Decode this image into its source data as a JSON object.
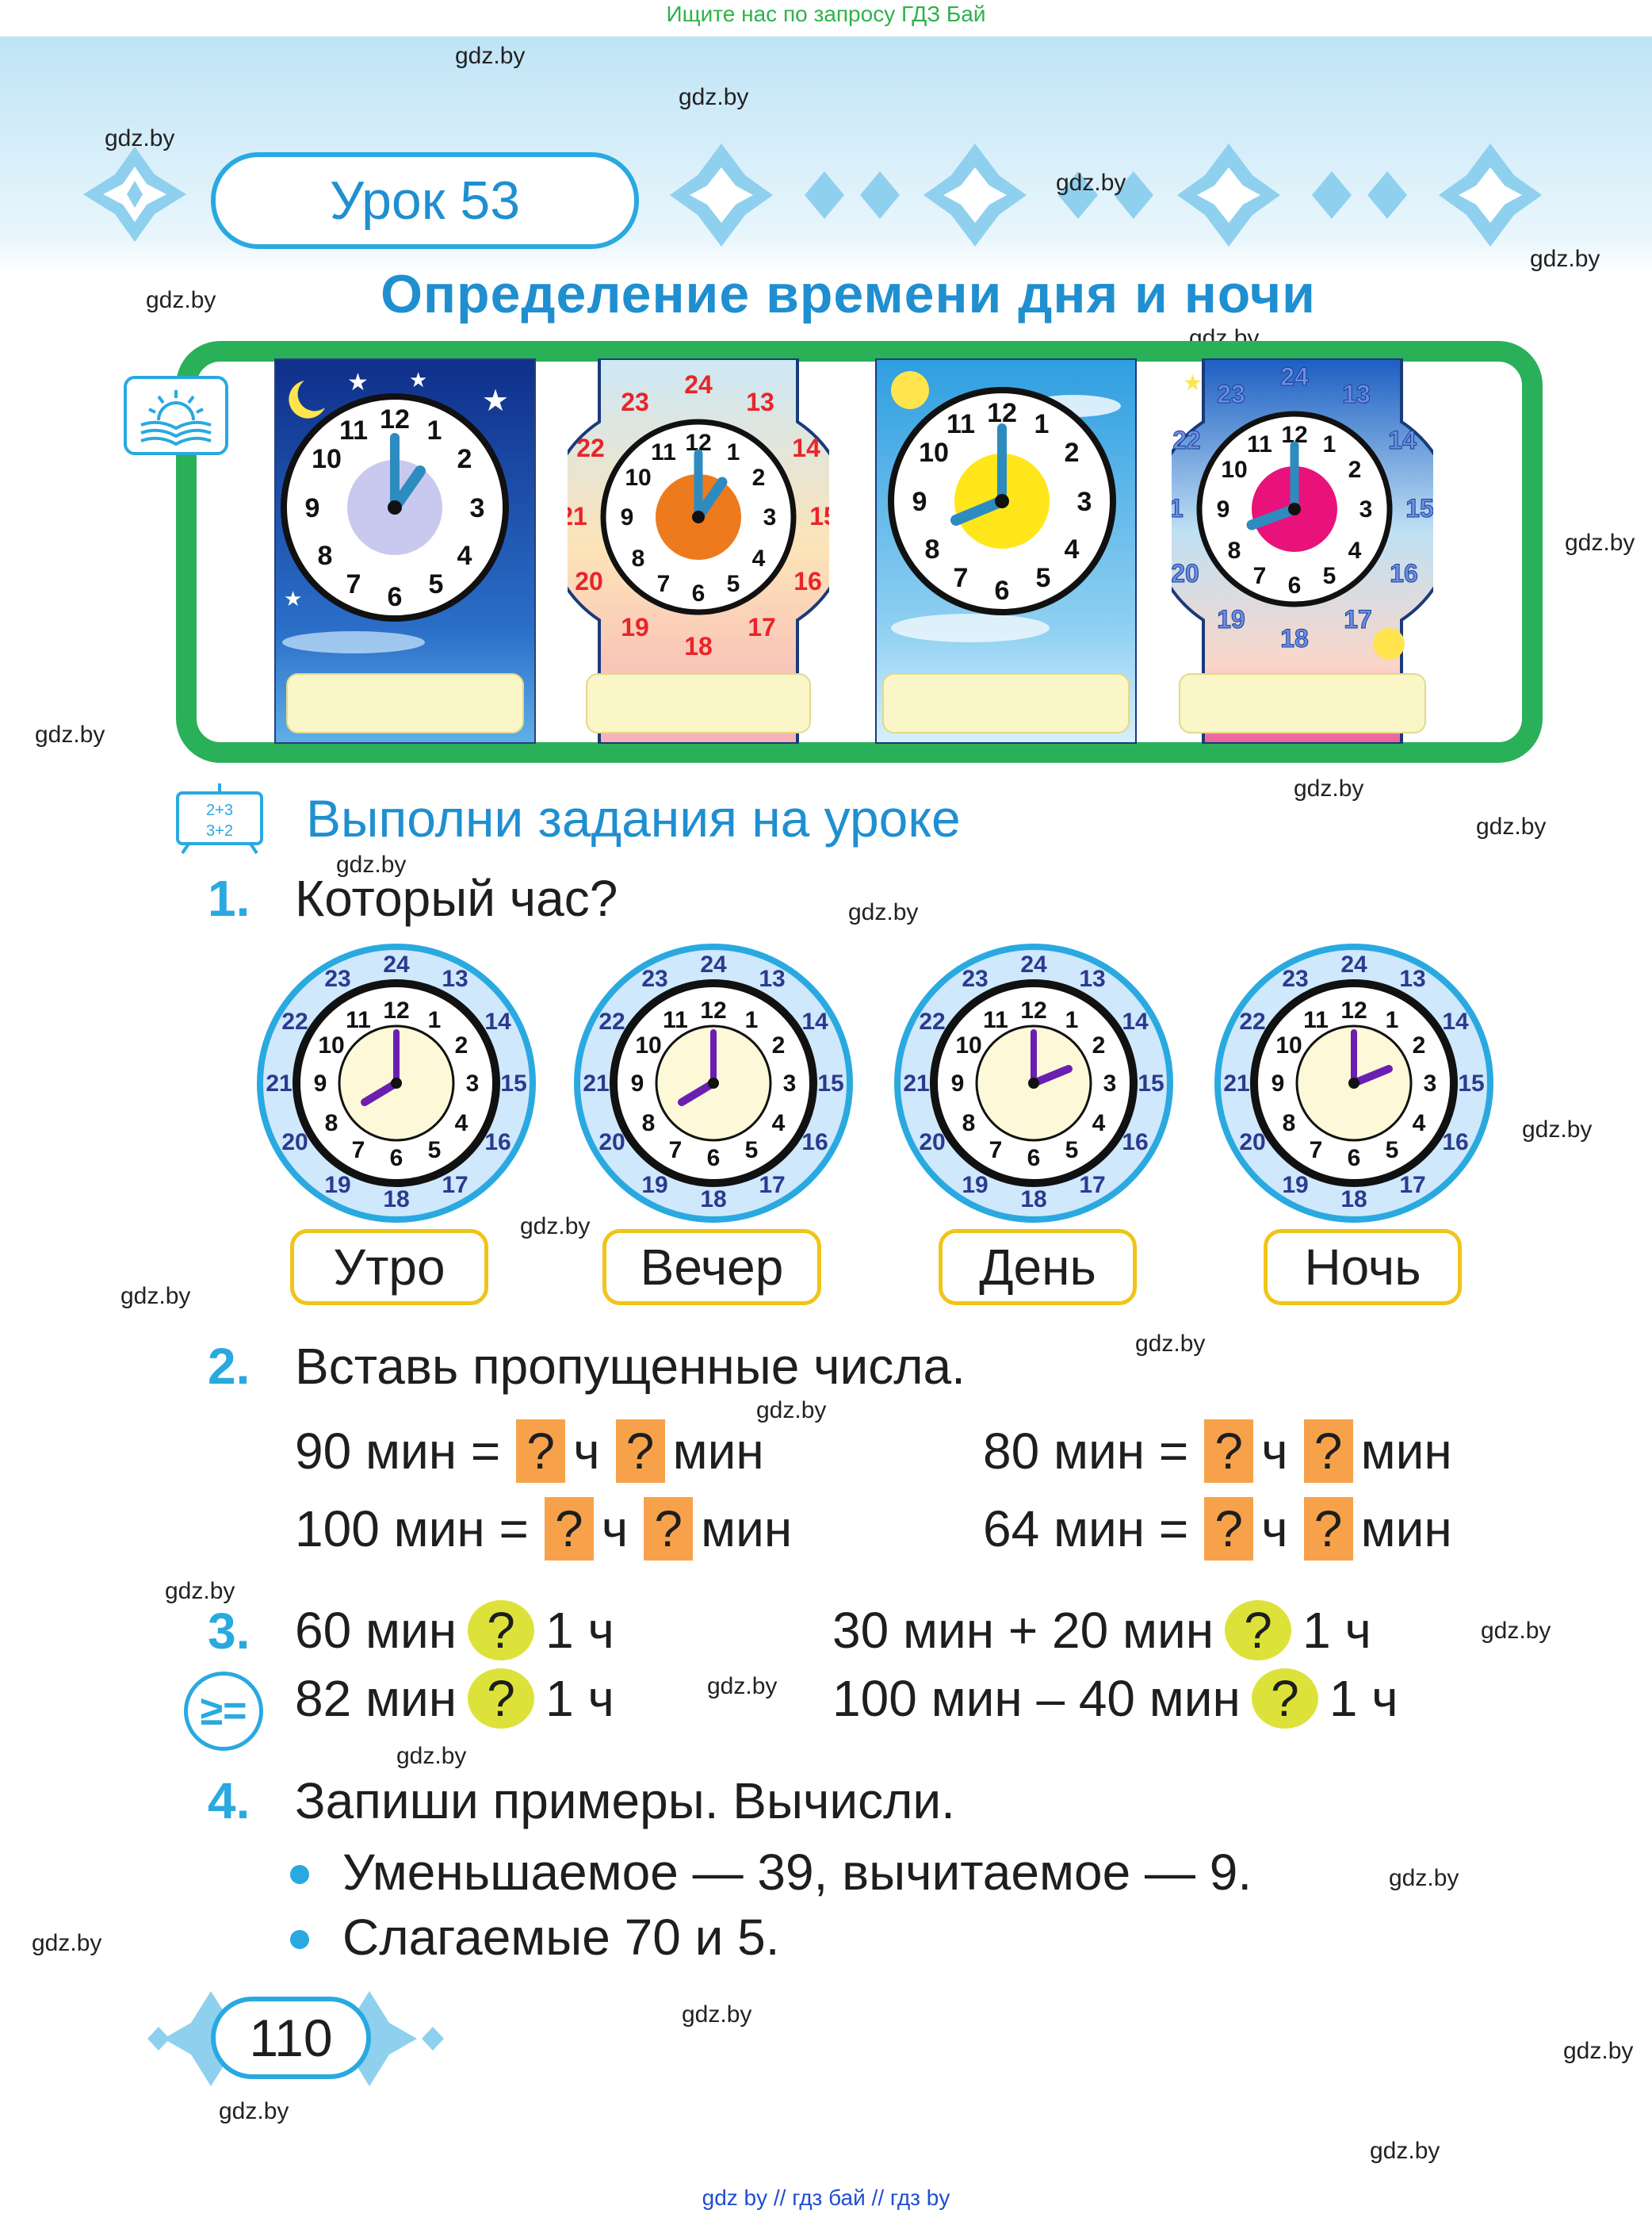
{
  "header": {
    "search_note": "Ищите нас по запросу ГДЗ Бай",
    "lesson": "Урок 53",
    "title": "Определение времени дня и ночи"
  },
  "watermark": "gdz.by",
  "section": {
    "title": "Выполни задания на уроке",
    "icon_lines": [
      "2+3",
      "3+2"
    ]
  },
  "task1": {
    "number": "1.",
    "text": "Который час?",
    "labels": [
      "Утро",
      "Вечер",
      "День",
      "Ночь"
    ]
  },
  "task2": {
    "number": "2.",
    "text": "Вставь пропущенные числа.",
    "rows": [
      {
        "left": "90 мин =",
        "mid": "ч",
        "right": "мин"
      },
      {
        "left": "80 мин =",
        "mid": "ч",
        "right": "мин"
      },
      {
        "left": "100 мин =",
        "mid": "ч",
        "right": "мин"
      },
      {
        "left": "64 мин =",
        "mid": "ч",
        "right": "мин"
      }
    ],
    "placeholder": "?"
  },
  "task3": {
    "number": "3.",
    "icon": "≥=",
    "rows": [
      {
        "left": "60 мин",
        "right": "1 ч"
      },
      {
        "left": "30 мин + 20 мин",
        "right": "1 ч"
      },
      {
        "left": "82 мин",
        "right": "1 ч"
      },
      {
        "left": "100 мин – 40 мин",
        "right": "1 ч"
      }
    ],
    "placeholder": "?"
  },
  "task4": {
    "number": "4.",
    "text": "Запиши примеры. Вычисли.",
    "items": [
      "Уменьшаемое — 39, вычитаемое — 9.",
      "Слагаемые 70 и 5."
    ]
  },
  "page_number": "110",
  "footer": "gdz by  //  гдз бай  //  гдз by",
  "colors": {
    "accent_blue": "#29a9e0",
    "frame_green": "#2bb05a",
    "answer_orange": "#f7a24a",
    "compare_yellow": "#dde23a",
    "label_border": "#f0c419"
  }
}
